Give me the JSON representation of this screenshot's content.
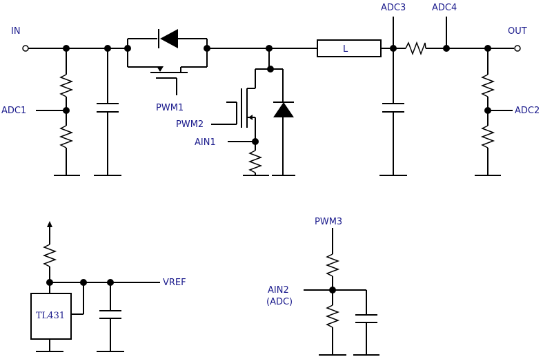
{
  "labels": {
    "in": "IN",
    "out": "OUT",
    "adc1": "ADC1",
    "adc2": "ADC2",
    "adc3": "ADC3",
    "adc4": "ADC4",
    "pwm1": "PWM1",
    "pwm2": "PWM2",
    "pwm3": "PWM3",
    "ain1": "AIN1",
    "ain2_line1": "AIN2",
    "ain2_line2": "(ADC)",
    "inductor": "L",
    "vref": "VREF",
    "ic": "TL431"
  },
  "colors": {
    "label": "#1a1a8c",
    "wire": "#000000"
  }
}
